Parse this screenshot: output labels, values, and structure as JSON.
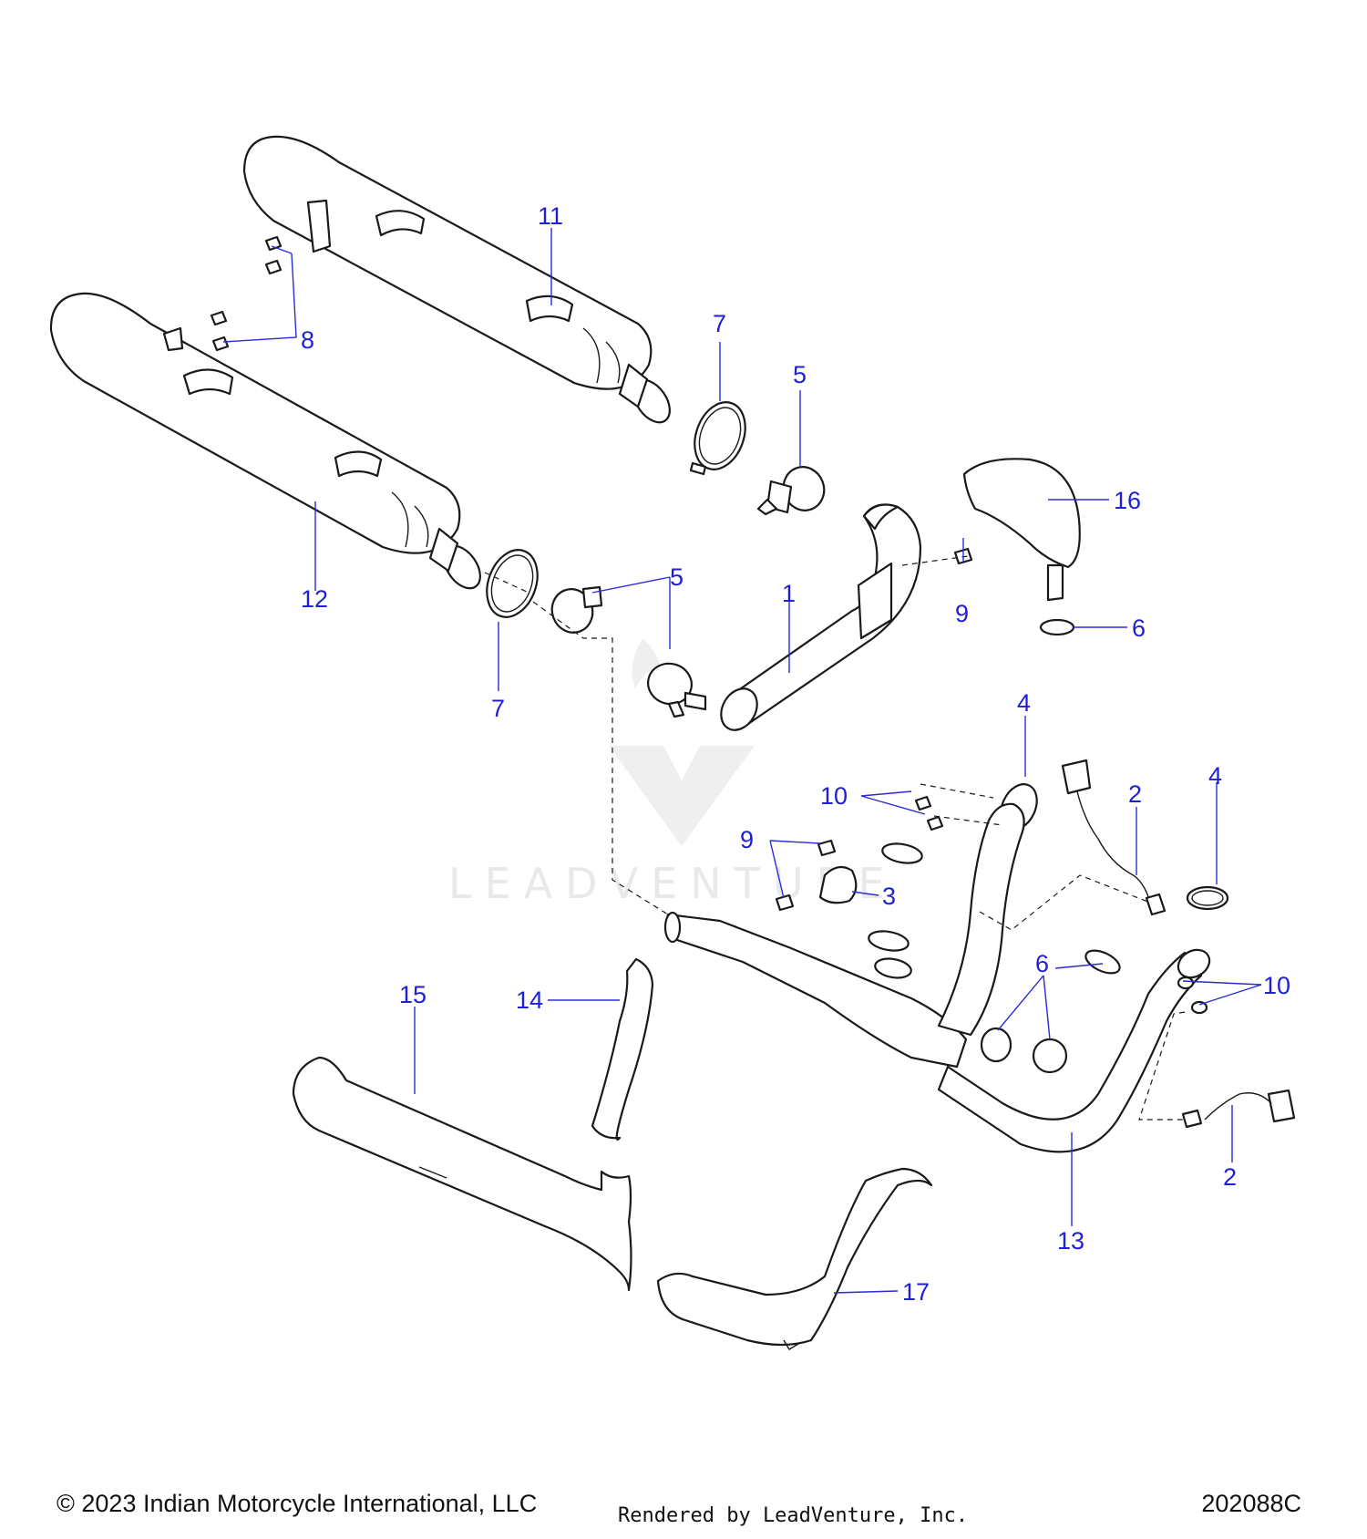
{
  "watermark": {
    "text": "LEADVENTURE"
  },
  "callouts": [
    {
      "id": "c1",
      "label": "1"
    },
    {
      "id": "c2a",
      "label": "2"
    },
    {
      "id": "c2b",
      "label": "2"
    },
    {
      "id": "c3",
      "label": "3"
    },
    {
      "id": "c4a",
      "label": "4"
    },
    {
      "id": "c4b",
      "label": "4"
    },
    {
      "id": "c5a",
      "label": "5"
    },
    {
      "id": "c5b",
      "label": "5"
    },
    {
      "id": "c6a",
      "label": "6"
    },
    {
      "id": "c6b",
      "label": "6"
    },
    {
      "id": "c7a",
      "label": "7"
    },
    {
      "id": "c7b",
      "label": "7"
    },
    {
      "id": "c8",
      "label": "8"
    },
    {
      "id": "c9a",
      "label": "9"
    },
    {
      "id": "c9b",
      "label": "9"
    },
    {
      "id": "c10a",
      "label": "10"
    },
    {
      "id": "c10b",
      "label": "10"
    },
    {
      "id": "c11",
      "label": "11"
    },
    {
      "id": "c12",
      "label": "12"
    },
    {
      "id": "c13",
      "label": "13"
    },
    {
      "id": "c14",
      "label": "14"
    },
    {
      "id": "c15",
      "label": "15"
    },
    {
      "id": "c16",
      "label": "16"
    },
    {
      "id": "c17",
      "label": "17"
    }
  ],
  "footer": {
    "copyright": "© 2023 Indian Motorcycle International, LLC",
    "rendered_by": "Rendered by LeadVenture, Inc.",
    "drawing_number": "202088C"
  }
}
